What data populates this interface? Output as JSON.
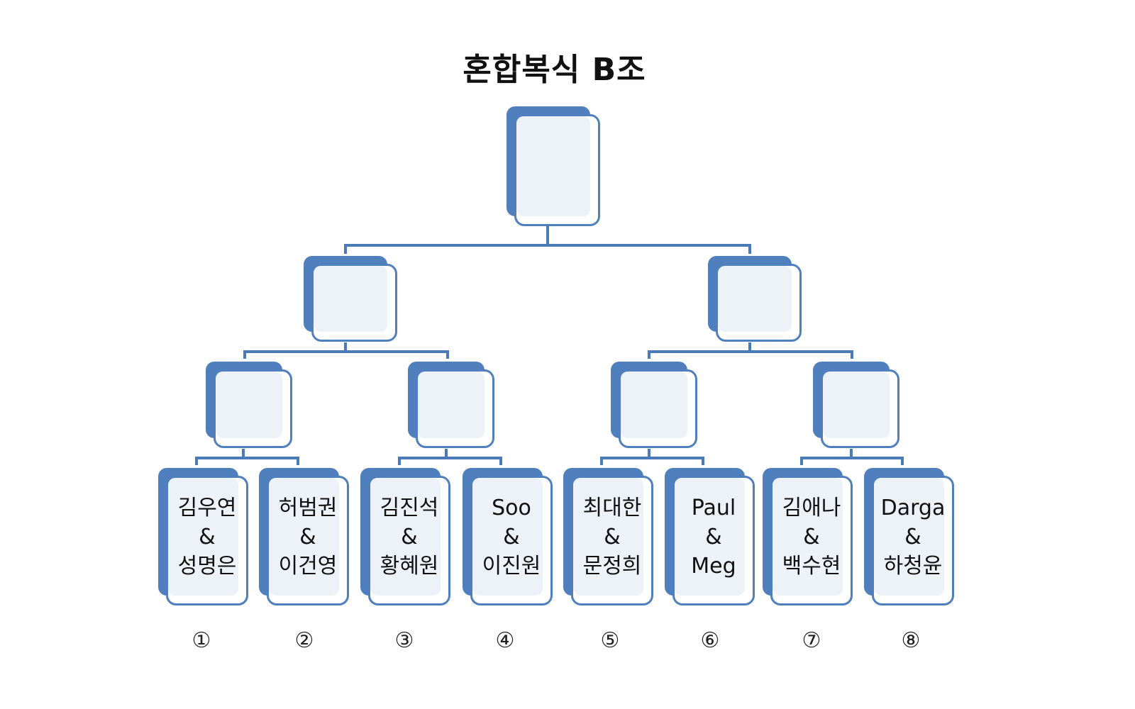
{
  "title": "혼합복식 B조",
  "colors": {
    "box_dark": "#4f7fbd",
    "box_fill": "#edf2f9",
    "connector": "#4a7ab8"
  },
  "bracket": {
    "final": {
      "label": ""
    },
    "semifinals": [
      {
        "label": ""
      },
      {
        "label": ""
      }
    ],
    "quarterfinals": [
      {
        "label": ""
      },
      {
        "label": ""
      },
      {
        "label": ""
      },
      {
        "label": ""
      }
    ],
    "teams": [
      {
        "seed": "①",
        "player1": "김우연",
        "separator": "&",
        "player2": "성명은"
      },
      {
        "seed": "②",
        "player1": "허범권",
        "separator": "&",
        "player2": "이건영"
      },
      {
        "seed": "③",
        "player1": "김진석",
        "separator": "&",
        "player2": "황혜원"
      },
      {
        "seed": "④",
        "player1": "Soo",
        "separator": "&",
        "player2": "이진원"
      },
      {
        "seed": "⑤",
        "player1": "최대한",
        "separator": "&",
        "player2": "문정희"
      },
      {
        "seed": "⑥",
        "player1": "Paul",
        "separator": "&",
        "player2": "Meg"
      },
      {
        "seed": "⑦",
        "player1": "김애나",
        "separator": "&",
        "player2": "백수현"
      },
      {
        "seed": "⑧",
        "player1": "Darga",
        "separator": "&",
        "player2": "하청윤"
      }
    ]
  }
}
